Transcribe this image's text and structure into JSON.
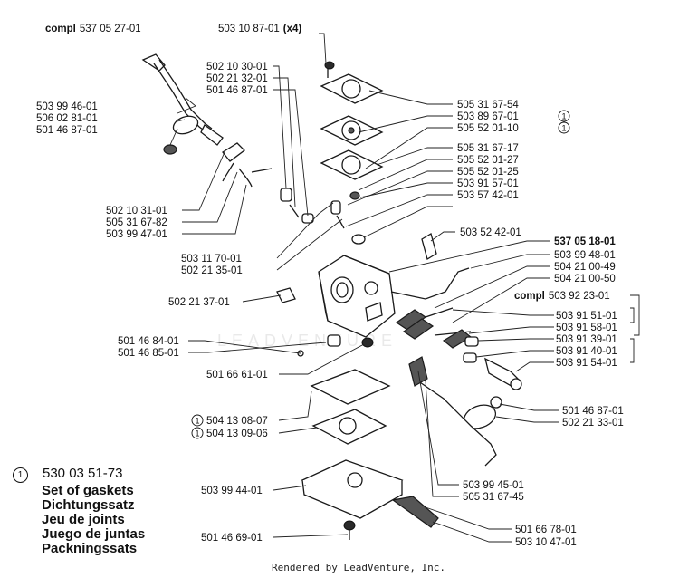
{
  "labels": {
    "compl_top": {
      "prefix": "compl",
      "pn": "537 05 27-01"
    },
    "top_center": {
      "pn": "503 10 87-01",
      "suffix": "(x4)"
    },
    "l_5021030": "502 10 30-01",
    "l_5022132": "502 21 32-01",
    "l_5014687a": "501 46 87-01",
    "l_5039946": "503 99 46-01",
    "l_5060281": "506 02 81-01",
    "l_5014687b": "501 46 87-01",
    "l_5021031": "502 10 31-01",
    "l_5053167_82": "505 31 67-82",
    "l_5039947": "503 99 47-01",
    "l_5031170": "503 11 70-01",
    "l_5022135": "502 21 35-01",
    "l_5022137": "502 21 37-01",
    "l_5014684": "501 46 84-01",
    "l_5014685": "501 46 85-01",
    "l_5016661": "501 66 61-01",
    "l_5041308": "504 13 08-07",
    "l_5041309": "504 13 09-06",
    "l_5039944": "503 99 44-01",
    "l_5014669": "501 46 69-01",
    "r_5053167_54": "505 31 67-54",
    "r_5038967": "503 89 67-01",
    "r_5055201_10": "505 52 01-10",
    "r_5053167_17": "505 31 67-17",
    "r_5055201_27": "505 52 01-27",
    "r_5055201_25": "505 52 01-25",
    "r_5039157": "503 91 57-01",
    "r_5035742": "503 57 42-01",
    "r_5035242": "503 52 42-01",
    "r_5370518": "537 05 18-01",
    "r_5039948": "503 99 48-01",
    "r_5042100_49": "504 21 00-49",
    "r_5042100_50": "504 21 00-50",
    "compl_right": {
      "prefix": "compl",
      "pn": "503 92 23-01"
    },
    "r_5039151": "503 91 51-01",
    "r_5039158": "503 91 58-01",
    "r_5039139": "503 91 39-01",
    "r_5039140": "503 91 40-01",
    "r_5039154": "503 91 54-01",
    "r_5014687c": "501 46 87-01",
    "r_5022133": "502 21 33-01",
    "r_5039945": "503 99 45-01",
    "r_5053167_45": "505 31 67-45",
    "r_5016678": "501 66 78-01",
    "r_5031047": "503 10 47-01"
  },
  "marker_symbol": "1",
  "legend": {
    "marker": "1",
    "part_number": "530 03 51-73",
    "lines": [
      "Set of gaskets",
      "Dichtungssatz",
      "Jeu de joints",
      "Juego de juntas",
      "Packningssats"
    ]
  },
  "watermark": "LEADVENTURE",
  "footer": "Rendered by LeadVenture, Inc."
}
